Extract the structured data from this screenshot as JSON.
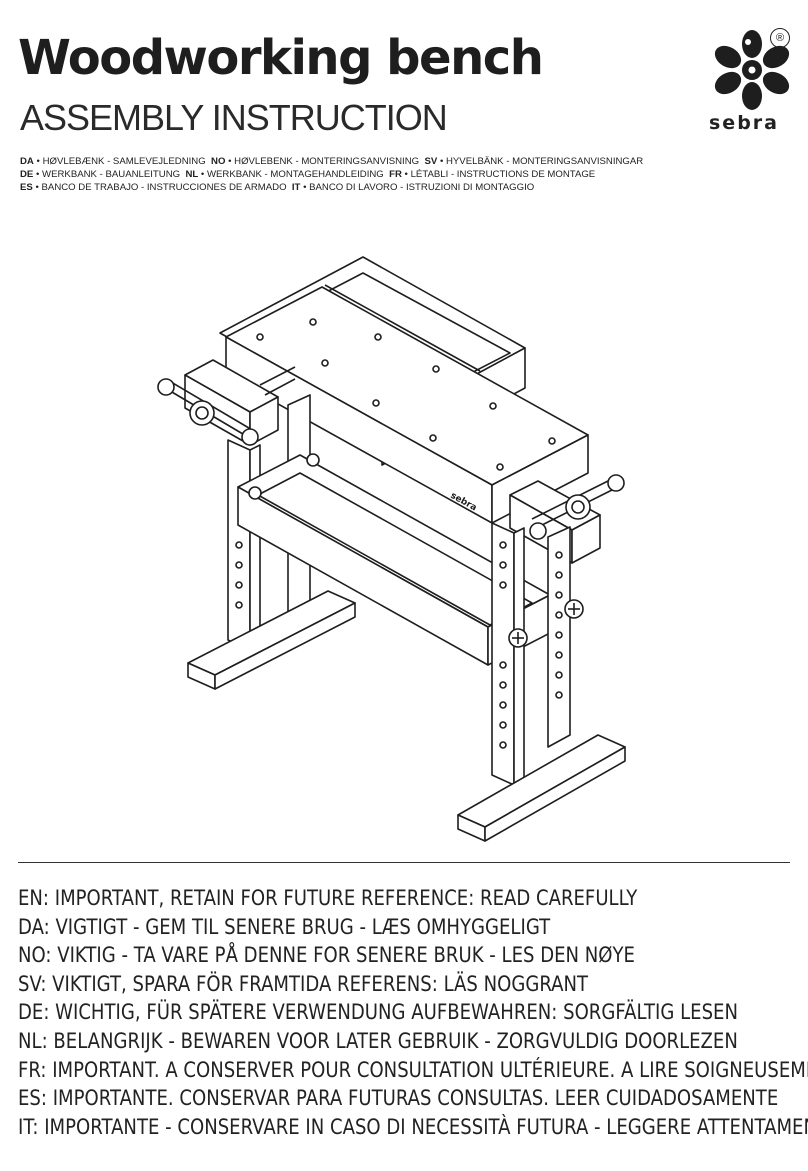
{
  "header": {
    "title": "Woodworking bench",
    "subtitle": "ASSEMBLY INSTRUCTION"
  },
  "brand": {
    "name": "sebra",
    "registered": "®",
    "bench_label": "sebra"
  },
  "translations": [
    {
      "code1": "DA",
      "text1": "HØVLEBÆNK - SAMLEVEJLEDNING",
      "code2": "NO",
      "text2": "HØVLEBENK - MONTERINGSANVISNING",
      "code3": "SV",
      "text3": "HYVELBÄNK - MONTERINGSANVISNINGAR"
    },
    {
      "code1": "DE",
      "text1": "WERKBANK - BAUANLEITUNG",
      "code2": "NL",
      "text2": "WERKBANK - MONTAGEHANDLEIDING",
      "code3": "FR",
      "text3": "LÉTABLI - INSTRUCTIONS DE MONTAGE"
    },
    {
      "code1": "ES",
      "text1": "BANCO DE TRABAJO - INSTRUCCIONES DE ARMADO",
      "code2": "IT",
      "text2": "BANCO DI LAVORO - ISTRUZIONI DI MONTAGGIO",
      "code3": "",
      "text3": ""
    }
  ],
  "warnings": [
    "EN: IMPORTANT, RETAIN FOR FUTURE REFERENCE: READ CAREFULLY",
    "DA: VIGTIGT - GEM TIL SENERE BRUG - LÆS OMHYGGELIGT",
    "NO: VIKTIG - TA VARE PÅ DENNE FOR SENERE BRUK - LES DEN NØYE",
    "SV: VIKTIGT, SPARA FÖR FRAMTIDA REFERENS: LÄS NOGGRANT",
    "DE: WICHTIG, FÜR SPÄTERE VERWENDUNG AUFBEWAHREN: SORGFÄLTIG LESEN",
    "NL: BELANGRIJK - BEWAREN VOOR LATER GEBRUIK - ZORGVULDIG DOORLEZEN",
    "FR: IMPORTANT. A CONSERVER POUR CONSULTATION ULTÉRIEURE. A LIRE SOIGNEUSEMENT",
    "ES: IMPORTANTE. CONSERVAR PARA FUTURAS CONSULTAS. LEER CUIDADOSAMENTE",
    "IT: IMPORTANTE - CONSERVARE IN CASO DI NECESSITÀ FUTURA - LEGGERE ATTENTAMENTE"
  ]
}
